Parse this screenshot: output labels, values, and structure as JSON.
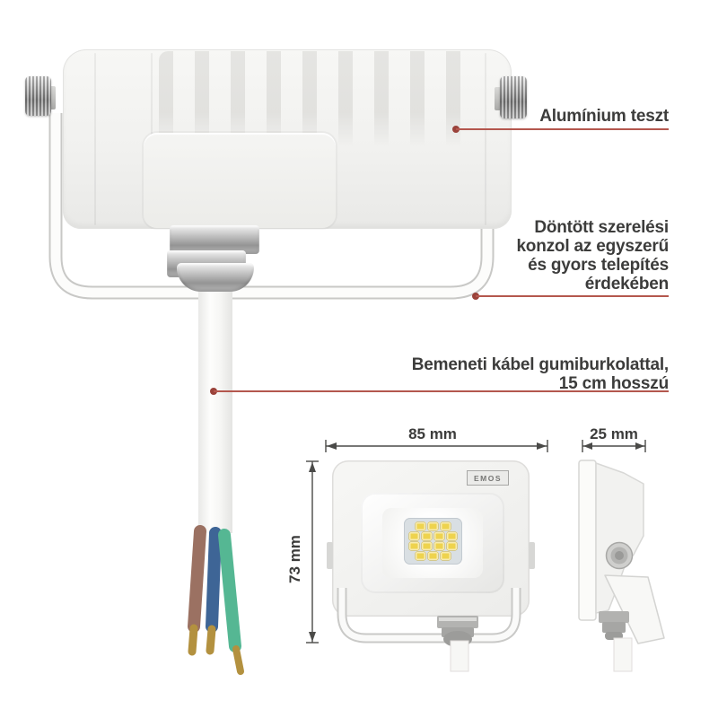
{
  "annotations": [
    {
      "lines": [
        "Alumínium teszt"
      ]
    },
    {
      "lines": [
        "Döntött szerelési",
        "konzol az egyszerű",
        "és gyors telepítés",
        "érdekében"
      ]
    },
    {
      "lines": [
        "Bemeneti kábel gumiburkolattal,",
        "15 cm hosszú"
      ]
    }
  ],
  "drawings": {
    "front": {
      "width_label": "85 mm",
      "height_label": "73 mm",
      "brand_label": "EMOS"
    },
    "side": {
      "depth_label": "25 mm"
    }
  },
  "led_panel": {
    "rows": [
      3,
      4,
      4,
      3
    ]
  },
  "colors": {
    "annotation_text": "#3c3c3b",
    "leader_line": "#b4574e",
    "leader_dot": "#9a423a",
    "dimension_line": "#4a4a48",
    "wire_brown": "#9b7162",
    "wire_blue": "#3e6596",
    "wire_green": "#55b793",
    "wire_tip_brass": "#b3913f",
    "led_yellow": "#eed34e"
  }
}
